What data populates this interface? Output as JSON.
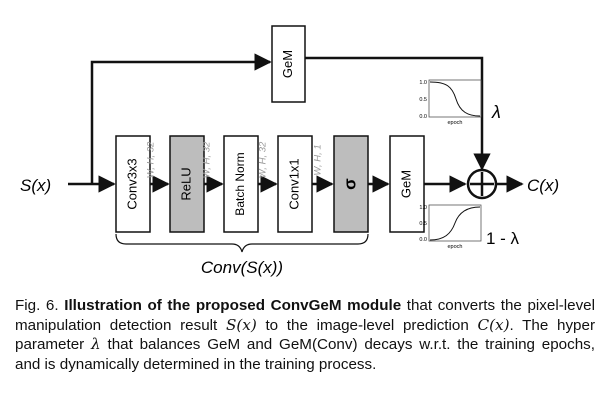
{
  "diagram": {
    "input_label": "S(x)",
    "output_label": "C(x)",
    "branch_gem_top": "GeM",
    "lambda_label": "λ",
    "one_minus_lambda_label": "1 - λ",
    "conv_group_label": "Conv(S(x))",
    "blocks": [
      {
        "label": "Conv3x3",
        "shaded": false
      },
      {
        "label": "ReLU",
        "shaded": true
      },
      {
        "label": "Batch Norm",
        "shaded": false
      },
      {
        "label": "Conv1x1",
        "shaded": false
      },
      {
        "label": "σ",
        "shaded": true
      },
      {
        "label": "GeM",
        "shaded": false
      }
    ],
    "dims": [
      "W, H, 32",
      "W, H, 32",
      "W, H, 32",
      "W, H, 1"
    ],
    "mini_charts": {
      "ytick_labels": [
        "1.0",
        "0.5",
        "0.0"
      ],
      "xlabel": "epoch",
      "decay": "decreasing",
      "growth": "increasing"
    },
    "colors": {
      "shaded": "#bdbdbd",
      "stroke": "#111111"
    }
  },
  "caption": {
    "fig": "Fig. 6.",
    "title": "Illustration of the proposed ConvGeM module",
    "text1": " that converts the pixel-level manipulation detection result ",
    "sx": "S(x)",
    "text2": " to the image-level prediction ",
    "cx": "C(x)",
    "text3": ". The hyper parameter ",
    "lambda": "λ",
    "text4": " that balances GeM and GeM(Conv) decays w.r.t. the training epochs, and is dynamically determined in the training process."
  }
}
